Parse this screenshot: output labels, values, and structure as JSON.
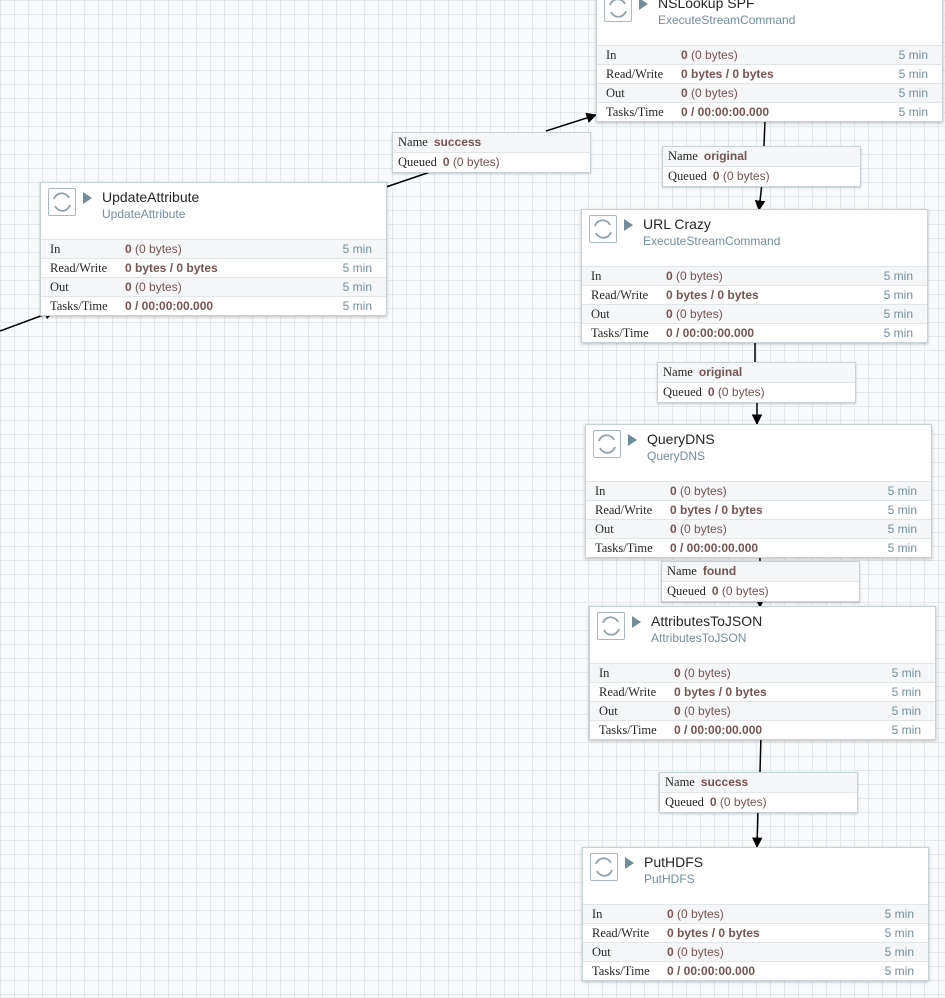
{
  "processors": [
    {
      "name": "NSLookup SPF",
      "type": "ExecuteStreamCommand",
      "stats": {
        "in": "0",
        "in_bytes": "(0 bytes)",
        "read_write": "0 bytes / 0 bytes",
        "out": "0",
        "out_bytes": "(0 bytes)",
        "tasks_time": "0 / 00:00:00.000",
        "window": "5 min"
      }
    },
    {
      "name": "UpdateAttribute",
      "type": "UpdateAttribute",
      "stats": {
        "in": "0",
        "in_bytes": "(0 bytes)",
        "read_write": "0 bytes / 0 bytes",
        "out": "0",
        "out_bytes": "(0 bytes)",
        "tasks_time": "0 / 00:00:00.000",
        "window": "5 min"
      }
    },
    {
      "name": "URL Crazy",
      "type": "ExecuteStreamCommand",
      "stats": {
        "in": "0",
        "in_bytes": "(0 bytes)",
        "read_write": "0 bytes / 0 bytes",
        "out": "0",
        "out_bytes": "(0 bytes)",
        "tasks_time": "0 / 00:00:00.000",
        "window": "5 min"
      }
    },
    {
      "name": "QueryDNS",
      "type": "QueryDNS",
      "stats": {
        "in": "0",
        "in_bytes": "(0 bytes)",
        "read_write": "0 bytes / 0 bytes",
        "out": "0",
        "out_bytes": "(0 bytes)",
        "tasks_time": "0 / 00:00:00.000",
        "window": "5 min"
      }
    },
    {
      "name": "AttributesToJSON",
      "type": "AttributesToJSON",
      "stats": {
        "in": "0",
        "in_bytes": "(0 bytes)",
        "read_write": "0 bytes / 0 bytes",
        "out": "0",
        "out_bytes": "(0 bytes)",
        "tasks_time": "0 / 00:00:00.000",
        "window": "5 min"
      }
    },
    {
      "name": "PutHDFS",
      "type": "PutHDFS",
      "stats": {
        "in": "0",
        "in_bytes": "(0 bytes)",
        "read_write": "0 bytes / 0 bytes",
        "out": "0",
        "out_bytes": "(0 bytes)",
        "tasks_time": "0 / 00:00:00.000",
        "window": "5 min"
      }
    }
  ],
  "stat_labels": {
    "in": "In",
    "read_write": "Read/Write",
    "out": "Out",
    "tasks_time": "Tasks/Time"
  },
  "connection_labels": {
    "name": "Name",
    "queued": "Queued"
  },
  "connections": [
    {
      "name": "success",
      "queued": "0",
      "queued_bytes": "(0 bytes)"
    },
    {
      "name": "original",
      "queued": "0",
      "queued_bytes": "(0 bytes)"
    },
    {
      "name": "original",
      "queued": "0",
      "queued_bytes": "(0 bytes)"
    },
    {
      "name": "found",
      "queued": "0",
      "queued_bytes": "(0 bytes)"
    },
    {
      "name": "success",
      "queued": "0",
      "queued_bytes": "(0 bytes)"
    }
  ],
  "colors": {
    "grid": "#e3e8eb",
    "border": "#c7d2d7",
    "value": "#775351",
    "secondary": "#728e9b"
  },
  "icons": {
    "processor": "processor-icon",
    "run": "run-status-icon"
  }
}
